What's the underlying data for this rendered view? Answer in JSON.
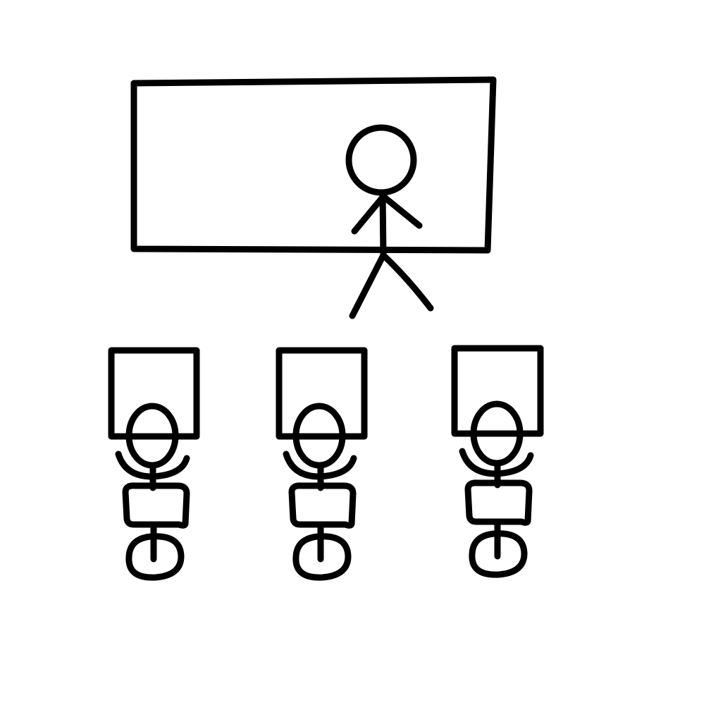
{
  "diagram": {
    "stroke_color": "#000000",
    "background_color": "#ffffff",
    "scene": "classroom",
    "board": {
      "shape": "rectangle"
    },
    "teacher": {
      "figure": "stick-figure",
      "pose": "standing"
    },
    "students": [
      {
        "desk": "square-desk",
        "figure": "seated-stick-figure",
        "chair": "chair-with-round-base"
      },
      {
        "desk": "square-desk",
        "figure": "seated-stick-figure",
        "chair": "chair-with-round-base"
      },
      {
        "desk": "square-desk",
        "figure": "seated-stick-figure",
        "chair": "chair-with-round-base"
      }
    ]
  }
}
